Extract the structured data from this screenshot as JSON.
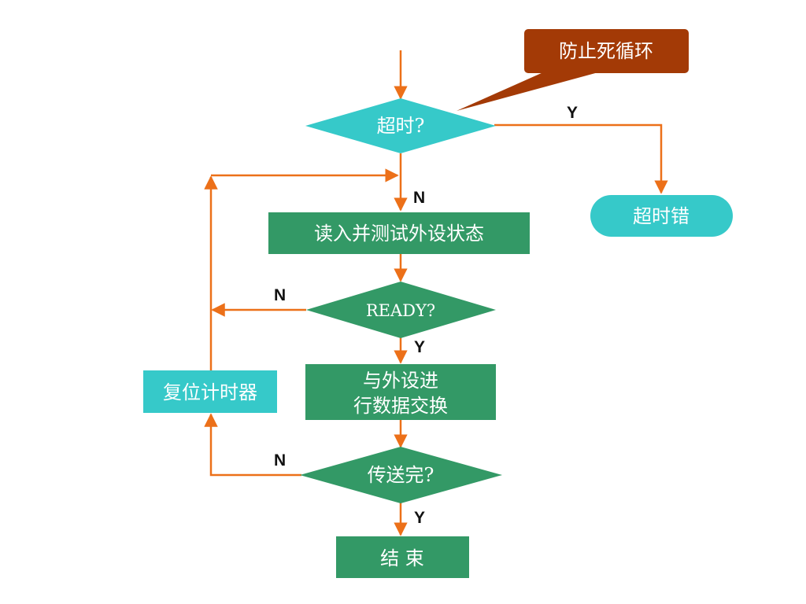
{
  "colors": {
    "arrow": "#ec7019",
    "cyan": "#36c9c9",
    "green": "#339966",
    "callout": "#a33a06",
    "text": "#ffffff",
    "yn": "#111111"
  },
  "nodes": {
    "timeout_check": "超时?",
    "timeout_error": "超时错",
    "read_status": "读入并测试外设状态",
    "ready_check": "READY?",
    "exchange_line1": "与外设进",
    "exchange_line2": "行数据交换",
    "reset_timer": "复位计时器",
    "transfer_done": "传送完?",
    "end": "结 束"
  },
  "callout": "防止死循环",
  "edge_labels": {
    "timeout_yes": "Y",
    "timeout_no": "N",
    "ready_no": "N",
    "ready_yes": "Y",
    "transfer_no": "N",
    "transfer_yes": "Y"
  }
}
